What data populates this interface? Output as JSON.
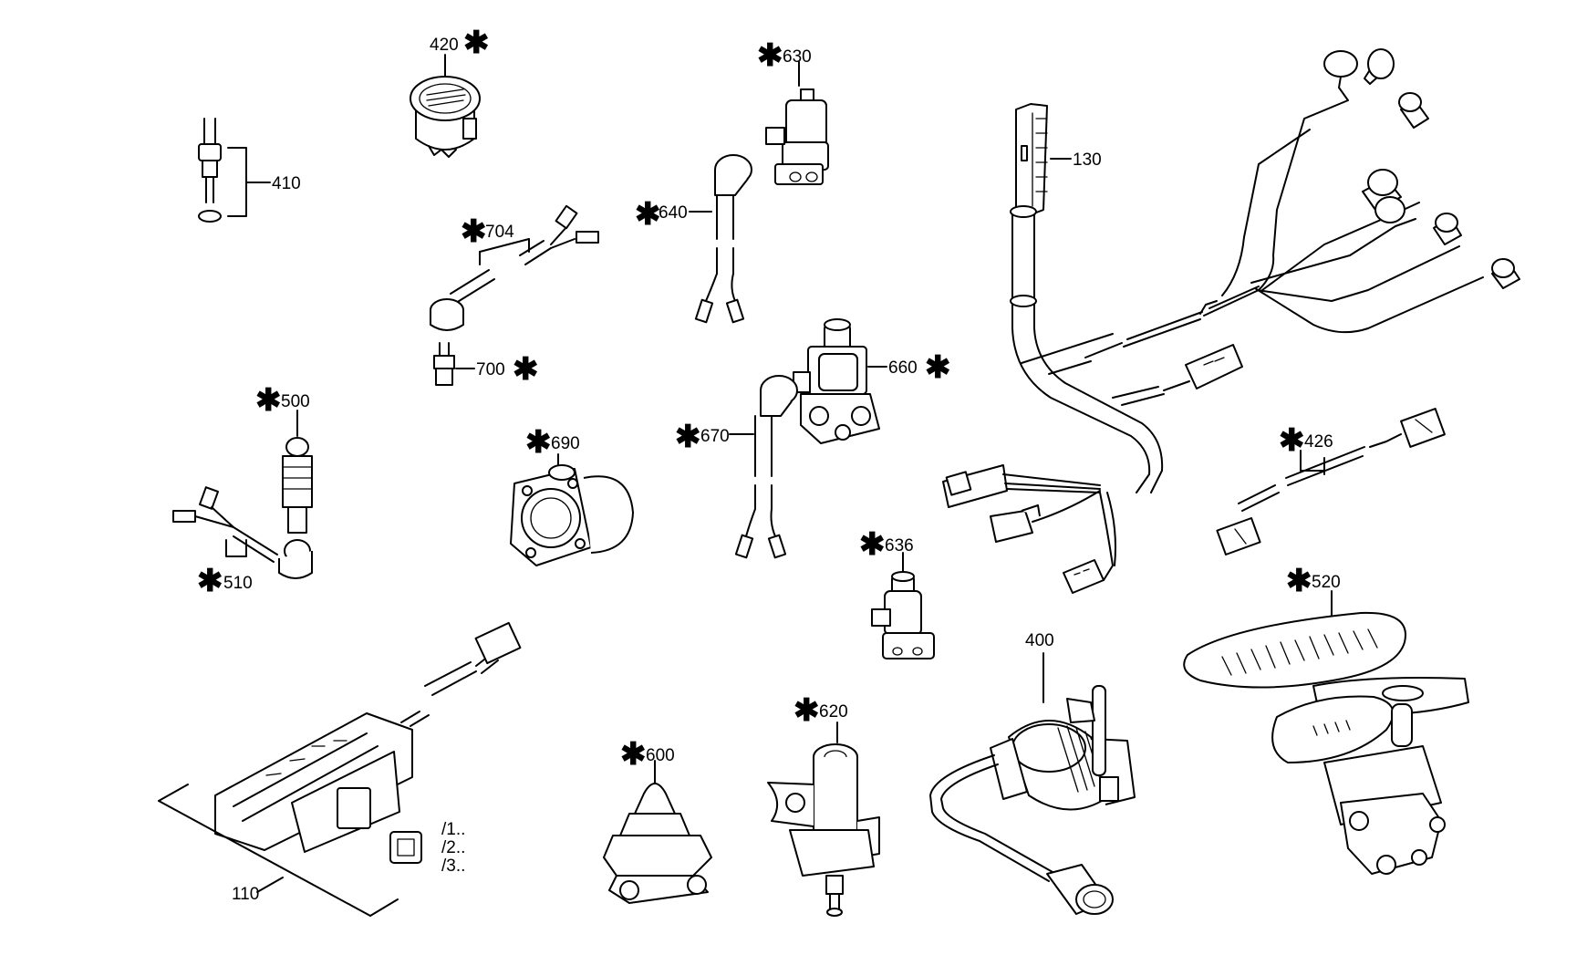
{
  "parts": {
    "p110": "110",
    "p130": "130",
    "p400": "400",
    "p410": "410",
    "p420": "420",
    "p426": "426",
    "p500": "500",
    "p510": "510",
    "p520": "520",
    "p600": "600",
    "p620": "620",
    "p630": "630",
    "p636": "636",
    "p640": "640",
    "p660": "660",
    "p670": "670",
    "p690": "690",
    "p700": "700",
    "p704": "704"
  },
  "marker": "✱",
  "variants": [
    "/1..",
    "/2..",
    "/3.."
  ]
}
